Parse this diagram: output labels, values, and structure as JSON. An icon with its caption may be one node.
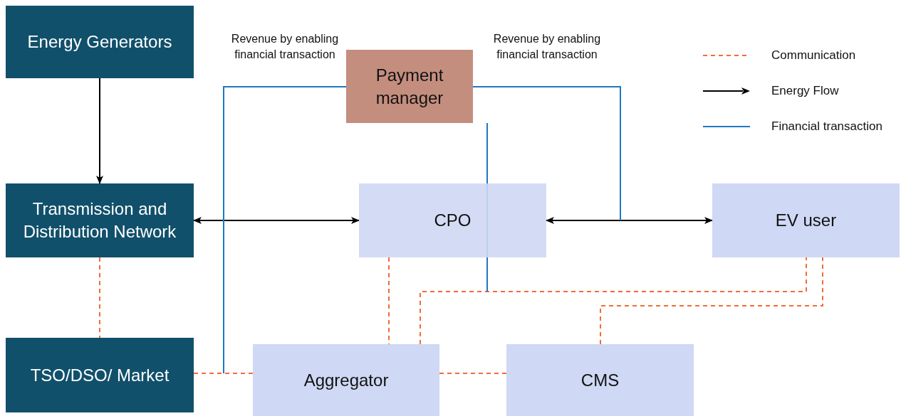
{
  "diagram": {
    "nodes": [
      {
        "text": [
          "Energy Generators"
        ]
      },
      {
        "text": [
          "Transmission and Distribution Network"
        ]
      },
      {
        "text": [
          "TSO/DSO/ Market"
        ]
      },
      {
        "text": [
          "Payment manager"
        ]
      },
      {
        "text": [
          "CPO"
        ]
      },
      {
        "text": [
          "EV user"
        ]
      },
      {
        "text": [
          "Aggregator"
        ]
      },
      {
        "text": [
          "CMS"
        ]
      }
    ],
    "edges": [
      {
        "from": 0,
        "to": 1,
        "arrow": "to",
        "color": "#000000"
      },
      {
        "from": 1,
        "to": 4,
        "arrow": "both",
        "color": "#000000"
      },
      {
        "from": 4,
        "to": 5,
        "arrow": "both",
        "color": "#000000"
      },
      {
        "from": 1,
        "to": 2,
        "arrow": "none",
        "style": "dashed",
        "color": "#f26b3a"
      },
      {
        "from": 2,
        "to": 6,
        "arrow": "none",
        "style": "dashed",
        "color": "#f26b3a"
      },
      {
        "from": 6,
        "to": 7,
        "arrow": "none",
        "style": "dashed",
        "color": "#f26b3a"
      },
      {
        "from": 4,
        "to": 6,
        "arrow": "none",
        "style": "dashed",
        "color": "#f26b3a"
      },
      {
        "from": 6,
        "to": 5,
        "arrow": "none",
        "style": "dashed",
        "color": "#f26b3a"
      },
      {
        "from": 7,
        "to": 5,
        "arrow": "none",
        "style": "dashed",
        "color": "#f26b3a"
      },
      {
        "from": 3,
        "to": null,
        "arrow": "none",
        "color": "#1f78c1",
        "label": "Revenue by enabling financial transaction"
      },
      {
        "from": 3,
        "to": null,
        "arrow": "none",
        "color": "#1f78c1",
        "label": "Revenue by enabling financial transaction"
      },
      {
        "from": 3,
        "to": null,
        "arrow": "none",
        "color": "#1f78c1"
      }
    ],
    "legend": [
      {
        "text": "Communication"
      },
      {
        "text": "Energy Flow"
      },
      {
        "text": "Financial transaction"
      }
    ]
  }
}
